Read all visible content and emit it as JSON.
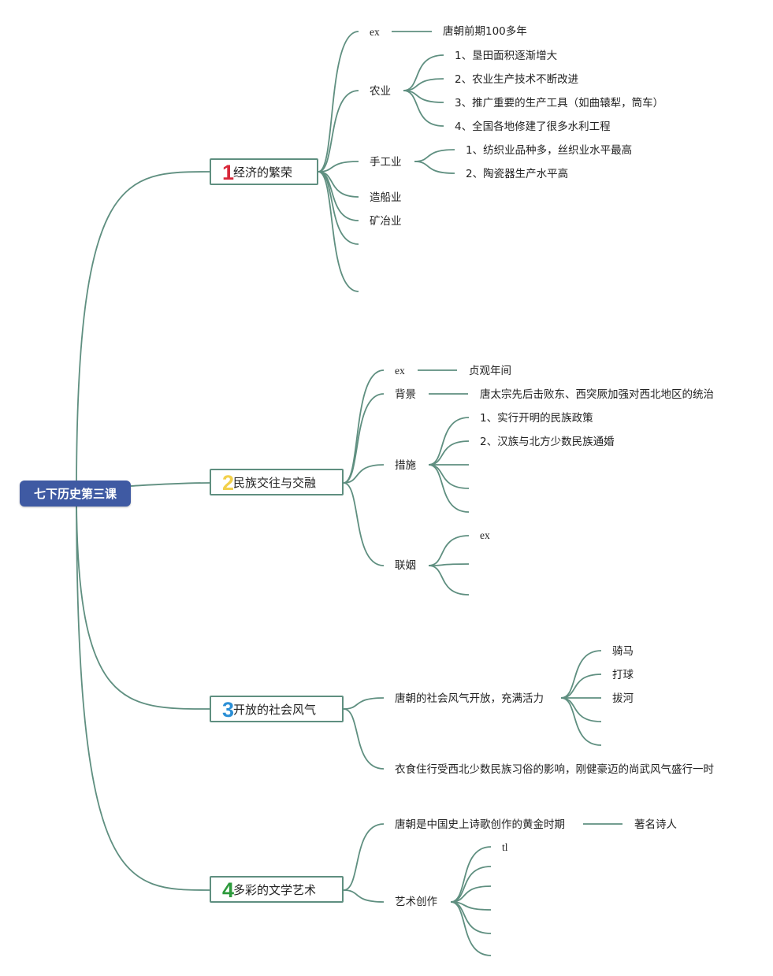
{
  "root": {
    "title": "七下历史第三课"
  },
  "colors": {
    "line": "#5f8f80",
    "root_bg": "#3f5aa3",
    "num1": "#d8283a",
    "num2": "#f2d04a",
    "num3": "#2b8fd6",
    "num4": "#2d9a3c"
  },
  "topics": [
    {
      "num": "1",
      "label": "经济的繁荣",
      "ex": "ex",
      "ex_note": "唐朝前期100多年",
      "agriculture": {
        "label": "农业",
        "items": [
          "1、垦田面积逐渐增大",
          "2、农业生产技术不断改进",
          "3、推广重要的生产工具（如曲辕犁，筒车）",
          "4、全国各地修建了很多水利工程"
        ]
      },
      "handicraft": {
        "label": "手工业",
        "items": [
          "1、纺织业品种多，丝织业水平最高",
          "2、陶瓷器生产水平高"
        ]
      },
      "shipbuilding": "造船业",
      "mining": "矿冶业"
    },
    {
      "num": "2",
      "label": "民族交往与交融",
      "ex": "ex",
      "ex_note": "贞观年间",
      "background": {
        "label": "背景",
        "note": "唐太宗先后击败东、西突厥加强对西北地区的统治"
      },
      "measures": {
        "label": "措施",
        "items": [
          "1、实行开明的民族政策",
          "2、汉族与北方少数民族通婚"
        ]
      },
      "marriage": {
        "label": "联姻",
        "items": [
          "ex"
        ]
      }
    },
    {
      "num": "3",
      "label": "开放的社会风气",
      "open": {
        "label": "唐朝的社会风气开放，充满活力",
        "items": [
          "骑马",
          "打球",
          "拔河"
        ]
      },
      "clothing": "衣食住行受西北少数民族习俗的影响，刚健豪迈的尚武风气盛行一时"
    },
    {
      "num": "4",
      "label": "多彩的文学艺术",
      "poetry": {
        "label": "唐朝是中国史上诗歌创作的黄金时期",
        "note": "著名诗人"
      },
      "art": {
        "label": "艺术创作",
        "items": [
          "tl"
        ]
      }
    }
  ]
}
